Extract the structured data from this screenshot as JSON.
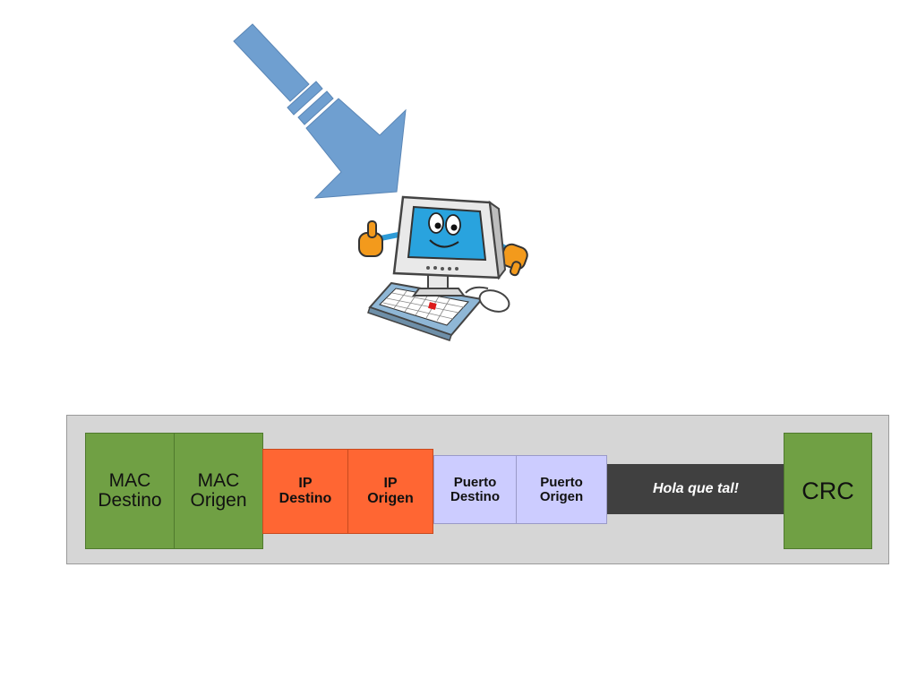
{
  "colors": {
    "arrow": "#6f9fd0",
    "frame_background": "#d6d6d6",
    "mac_field": "#70a044",
    "ip_field": "#ff6633",
    "port_field": "#ccccff",
    "payload_field": "#404040",
    "crc_field": "#70a044"
  },
  "illustration": {
    "arrow_icon": "arrow-down-right-icon",
    "computer_icon": "cartoon-computer-icon"
  },
  "frame": {
    "mac_destination": "MAC\nDestino",
    "mac_source": "MAC\nOrigen",
    "ip_destination": "IP\nDestino",
    "ip_source": "IP\nOrigen",
    "port_destination": "Puerto\nDestino",
    "port_source": "Puerto\nOrigen",
    "payload": "Hola que tal!",
    "crc": "CRC"
  }
}
